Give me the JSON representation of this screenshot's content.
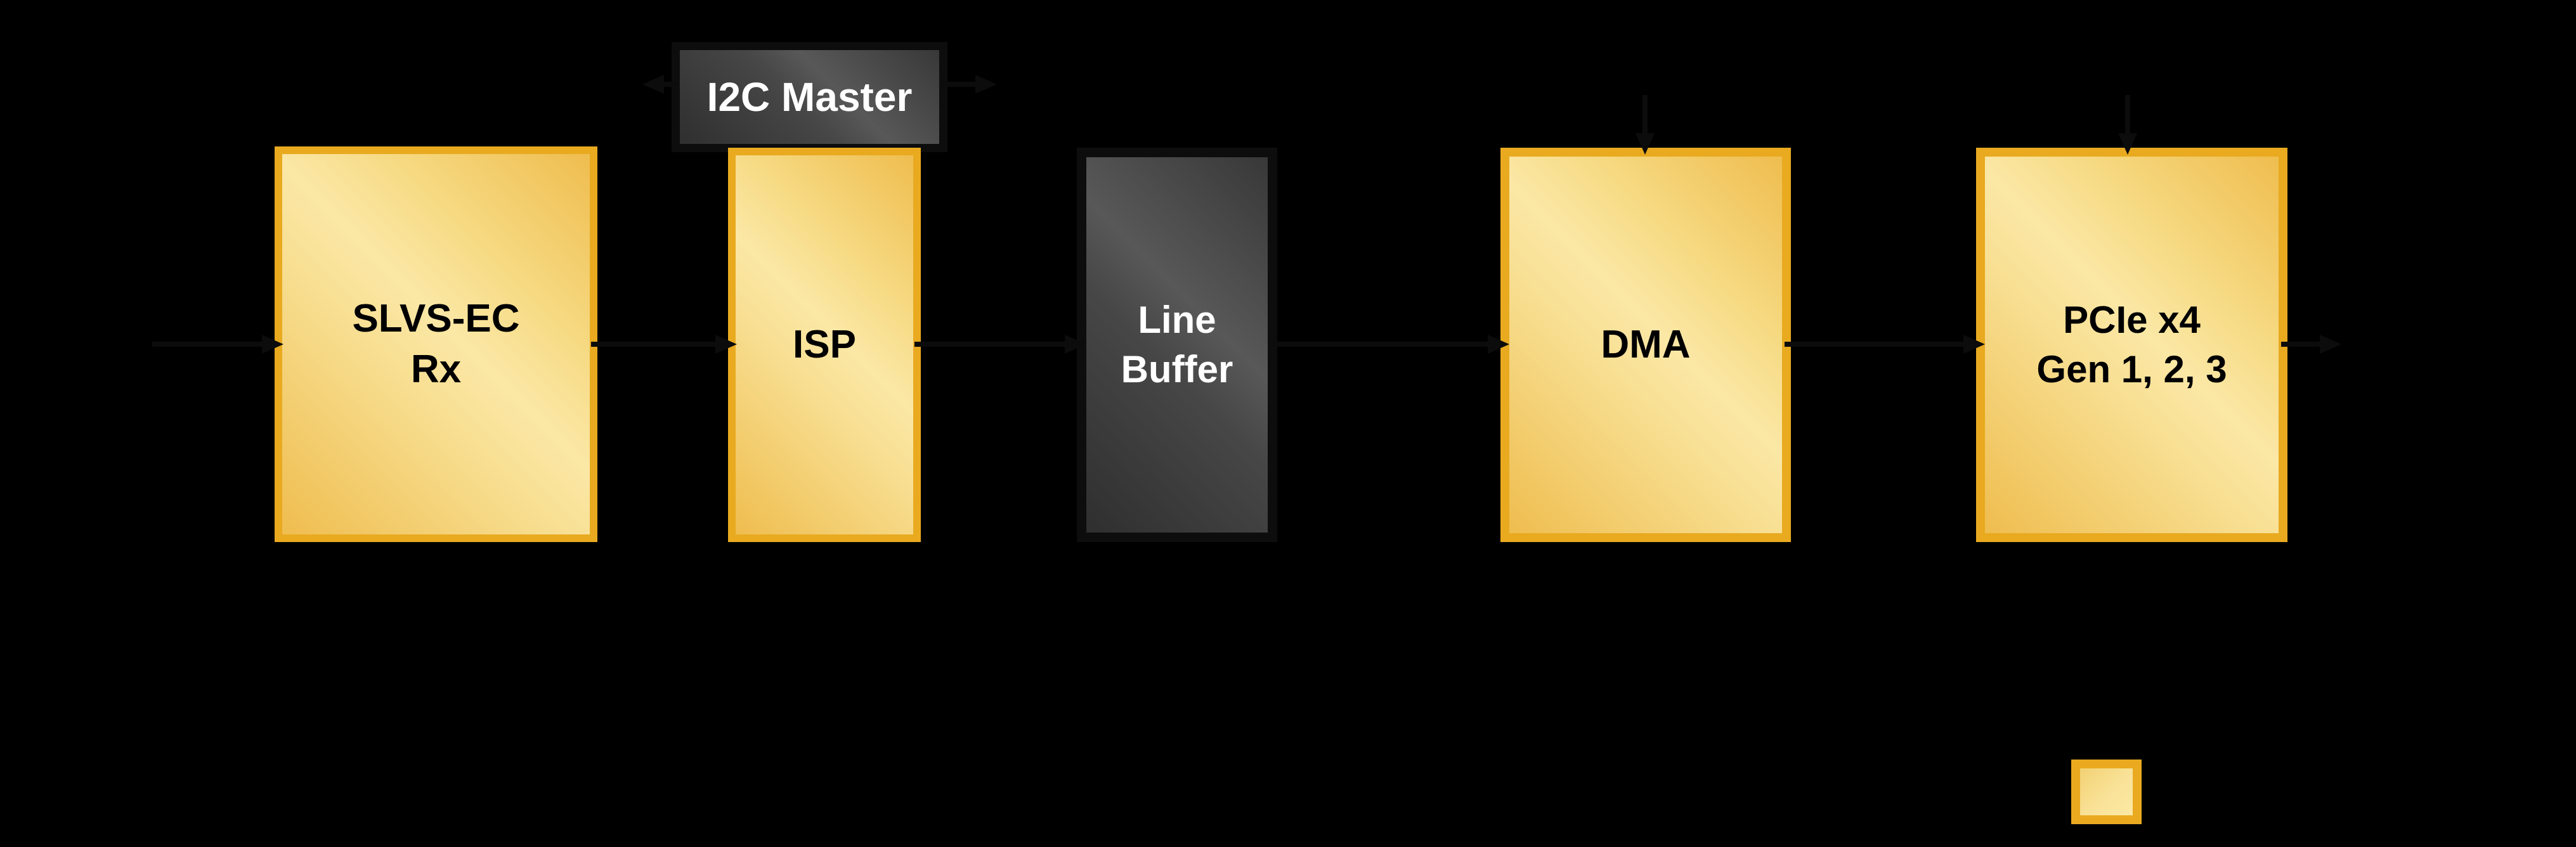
{
  "diagram": {
    "description": "Image pipeline block diagram on black background",
    "background": "#000000",
    "colors": {
      "accent_orange_border": "#E9AA20",
      "orange_fill_light": "#FBE8A6",
      "orange_fill_dark": "#EFBD4F",
      "dark_block_border": "#0D0D0D",
      "dark_block_fill_light": "#585858",
      "dark_block_fill_dark": "#2F2F2F",
      "connector": "#0C0C0C",
      "text_on_orange": "#000000",
      "text_on_dark": "#FFFFFF"
    },
    "blocks": {
      "slvs_ec_rx": {
        "line1": "SLVS-EC",
        "line2": "Rx",
        "style": "orange"
      },
      "i2c_master": {
        "line1": "I2C Master",
        "style": "dark"
      },
      "isp": {
        "line1": "ISP",
        "style": "orange"
      },
      "line_buffer": {
        "line1": "Line",
        "line2": "Buffer",
        "style": "dark"
      },
      "dma": {
        "line1": "DMA",
        "style": "orange"
      },
      "pcie": {
        "line1": "PCIe x4",
        "line2": "Gen 1, 2, 3",
        "style": "orange"
      }
    },
    "legend": {
      "swatch_style": "orange"
    },
    "connectors": [
      "in-to-slvs-ec-rx",
      "slvs-ec-rx-to-isp",
      "isp-to-line-buffer",
      "line-buffer-to-dma",
      "dma-to-pcie",
      "pcie-out",
      "i2c-left",
      "i2c-right",
      "down-into-dma",
      "down-into-pcie"
    ]
  }
}
